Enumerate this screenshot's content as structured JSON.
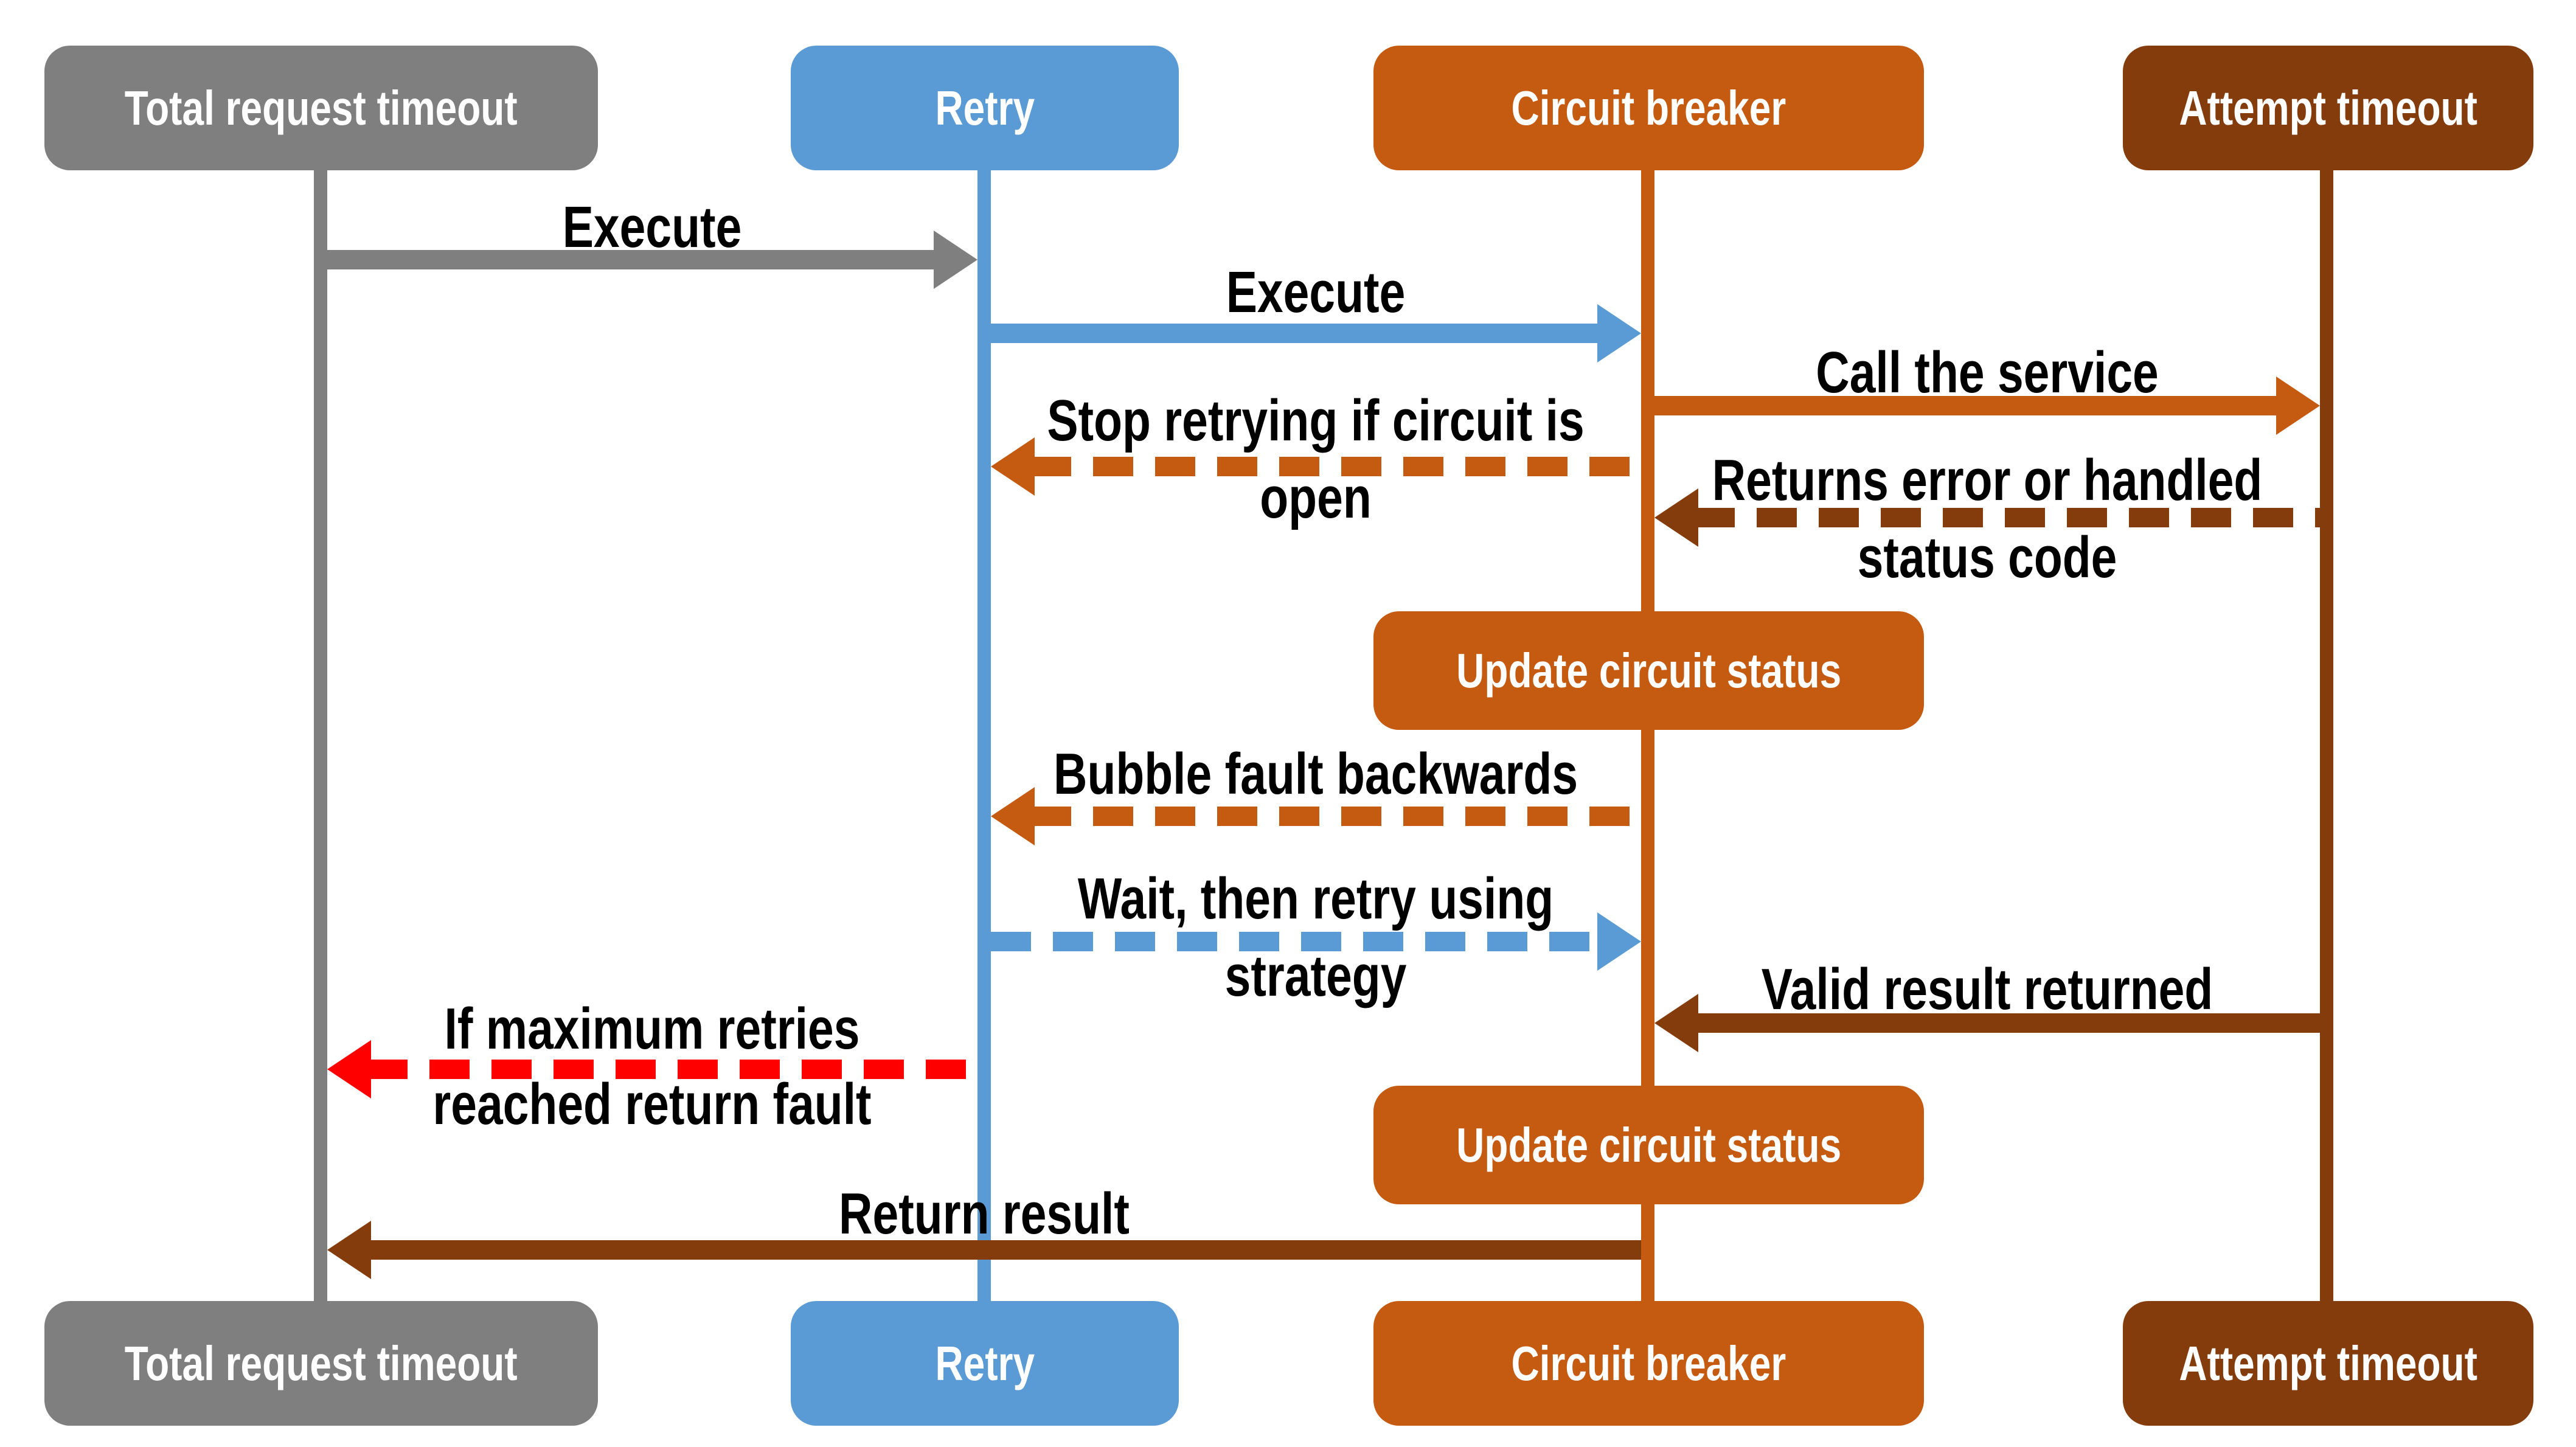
{
  "diagram": {
    "type": "sequence-diagram",
    "colors": {
      "gray": "#7F7F7F",
      "blue": "#5B9BD5",
      "orange": "#C55A11",
      "brown": "#843C0C",
      "red": "#FF0000",
      "label": "#000000",
      "background": "#FFFFFF"
    },
    "actors": [
      {
        "id": "total-request-timeout",
        "label": "Total request timeout",
        "color": "#7F7F7F"
      },
      {
        "id": "retry",
        "label": "Retry",
        "color": "#5B9BD5"
      },
      {
        "id": "circuit-breaker",
        "label": "Circuit breaker",
        "color": "#C55A11"
      },
      {
        "id": "attempt-timeout",
        "label": "Attempt timeout",
        "color": "#843C0C"
      }
    ],
    "activations": [
      {
        "label": "Update circuit status",
        "actor": "circuit-breaker"
      },
      {
        "label": "Update circuit status",
        "actor": "circuit-breaker"
      }
    ],
    "messages": [
      {
        "label": "Execute",
        "lines": [
          "Execute"
        ],
        "from": "total-request-timeout",
        "to": "retry",
        "direction": "right",
        "style": "solid",
        "color": "#7F7F7F"
      },
      {
        "label": "Execute",
        "lines": [
          "Execute"
        ],
        "from": "retry",
        "to": "circuit-breaker",
        "direction": "right",
        "style": "solid",
        "color": "#5B9BD5"
      },
      {
        "label": "Call the service",
        "lines": [
          "Call the service"
        ],
        "from": "circuit-breaker",
        "to": "attempt-timeout",
        "direction": "right",
        "style": "solid",
        "color": "#C55A11"
      },
      {
        "label": "Stop retrying if circuit is open",
        "lines": [
          "Stop retrying if circuit is",
          "open"
        ],
        "from": "circuit-breaker",
        "to": "retry",
        "direction": "left",
        "style": "dashed",
        "color": "#C55A11"
      },
      {
        "label": "Returns error or handled status code",
        "lines": [
          "Returns error or handled",
          "status code"
        ],
        "from": "attempt-timeout",
        "to": "circuit-breaker",
        "direction": "left",
        "style": "dashed",
        "color": "#843C0C"
      },
      {
        "label": "Bubble fault backwards",
        "lines": [
          "Bubble fault backwards"
        ],
        "from": "circuit-breaker",
        "to": "retry",
        "direction": "left",
        "style": "dashed",
        "color": "#C55A11"
      },
      {
        "label": "Wait, then retry using strategy",
        "lines": [
          "Wait, then retry using",
          "strategy"
        ],
        "from": "retry",
        "to": "circuit-breaker",
        "direction": "right",
        "style": "dashed",
        "color": "#5B9BD5"
      },
      {
        "label": "Valid result returned",
        "lines": [
          "Valid result returned"
        ],
        "from": "attempt-timeout",
        "to": "circuit-breaker",
        "direction": "left",
        "style": "solid",
        "color": "#843C0C"
      },
      {
        "label": "If maximum retries reached return fault",
        "lines": [
          "If maximum retries",
          "reached return fault"
        ],
        "from": "retry",
        "to": "total-request-timeout",
        "direction": "left",
        "style": "dashed",
        "color": "#FF0000"
      },
      {
        "label": "Return result",
        "lines": [
          "Return result"
        ],
        "from": "circuit-breaker",
        "to": "total-request-timeout",
        "direction": "left",
        "style": "solid",
        "color": "#843C0C"
      }
    ]
  }
}
